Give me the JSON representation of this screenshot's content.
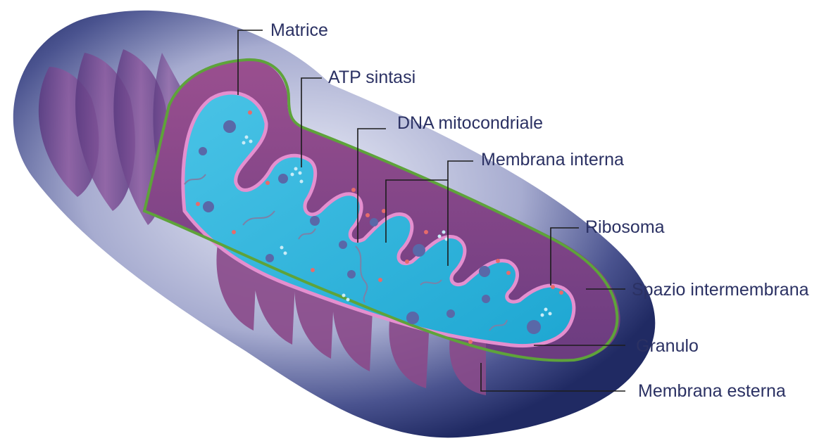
{
  "labels": {
    "matrix": "Matrice",
    "atp_synthase": "ATP sintasi",
    "mito_dna": "DNA mitocondriale",
    "inner_membrane": "Membrana interna",
    "ribosome": "Ribosoma",
    "intermembrane_space": "Spazio intermembrana",
    "granule": "Granulo",
    "outer_membrane": "Membrana esterna"
  },
  "colors": {
    "outer_body": "#2a3573",
    "outer_membrane_outline": "#5ea33a",
    "inner_membrane": "#c2569a",
    "matrix": "#2ab3dc",
    "label_text": "#2b3163",
    "leader_line": "#1c1c1c"
  }
}
